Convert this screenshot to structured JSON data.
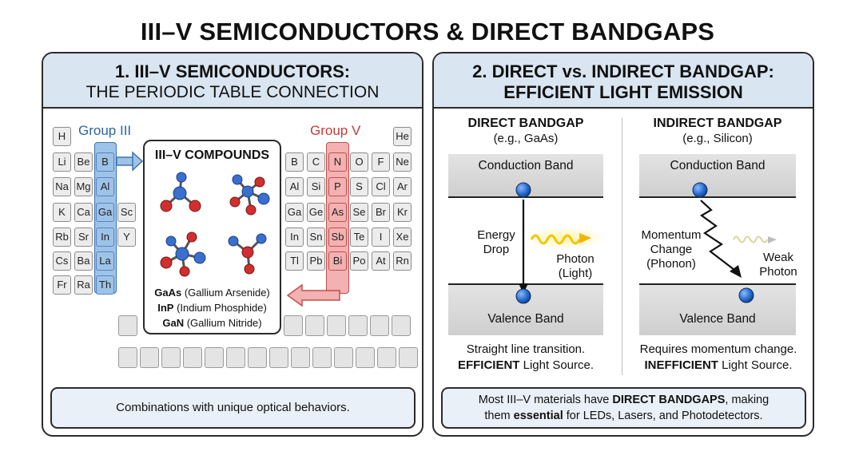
{
  "title": "III–V SEMICONDUCTORS & DIRECT BANDGAPS",
  "panel1": {
    "heading_line1": "1. III–V SEMICONDUCTORS:",
    "heading_line2": "THE PERIODIC TABLE CONNECTION",
    "group3_label": "Group III",
    "group5_label": "Group V",
    "left_cells": [
      [
        "H",
        "",
        ""
      ],
      [
        "Li",
        "Be",
        "B"
      ],
      [
        "Na",
        "Mg",
        "Al"
      ],
      [
        "K",
        "Ca",
        "Ga",
        "Sc"
      ],
      [
        "Rb",
        "Sr",
        "In",
        "Y"
      ],
      [
        "Cs",
        "Ba",
        "La"
      ],
      [
        "Fr",
        "Ra",
        "Th"
      ]
    ],
    "right_cells": [
      [
        "",
        "",
        "",
        "",
        "He"
      ],
      [
        "B",
        "C",
        "N",
        "O",
        "F",
        "Ne"
      ],
      [
        "Al",
        "Si",
        "P",
        "S",
        "Cl",
        "Ar"
      ],
      [
        "Ga",
        "Ge",
        "As",
        "Se",
        "Br",
        "Kr"
      ],
      [
        "In",
        "Sn",
        "Sb",
        "Te",
        "I",
        "Xe"
      ],
      [
        "Tl",
        "Pb",
        "Bi",
        "Po",
        "At",
        "Rn"
      ]
    ],
    "compounds_title": "III–V COMPOUNDS",
    "compounds": [
      {
        "formula": "GaAs",
        "name": "(Gallium Arsenide)"
      },
      {
        "formula": "InP",
        "name": "(Indium Phosphide)"
      },
      {
        "formula": "GaN",
        "name": "(Gallium Nitride)"
      }
    ],
    "note": "Combinations with unique optical behaviors."
  },
  "panel2": {
    "heading_line1": "2. DIRECT vs. INDIRECT BANDGAP:",
    "heading_line2": "EFFICIENT LIGHT EMISSION",
    "direct": {
      "title": "DIRECT BANDGAP",
      "subtitle": "(e.g., GaAs)",
      "conduction": "Conduction Band",
      "valence": "Valence Band",
      "energy_drop_1": "Energy",
      "energy_drop_2": "Drop",
      "photon_1": "Photon",
      "photon_2": "(Light)",
      "caption_1": "Straight line transition.",
      "caption_bold": "EFFICIENT",
      "caption_2": " Light Source."
    },
    "indirect": {
      "title": "INDIRECT BANDGAP",
      "subtitle": "(e.g., Silicon)",
      "conduction": "Conduction Band",
      "valence": "Valence Band",
      "momentum_1": "Momentum",
      "momentum_2": "Change",
      "momentum_3": "(Phonon)",
      "weak_1": "Weak",
      "weak_2": "Photon",
      "caption_1": "Requires momentum change.",
      "caption_bold": "INEFFICIENT",
      "caption_2": " Light Source."
    },
    "note_part1": "Most III–V materials have ",
    "note_bold1": "DIRECT BANDGAPS",
    "note_part2": ", making",
    "note_part3": "them ",
    "note_bold2": "essential",
    "note_part4": " for LEDs, Lasers, and Photodetectors."
  },
  "colors": {
    "group3": "#2d63a8",
    "group5": "#c23b37",
    "header_bg": "#d9e5f0",
    "electron": "#2a6fd0",
    "photon": "#f5c400"
  },
  "icons": [
    "molecule-icon",
    "electron-icon",
    "arrow-icon",
    "photon-wave-icon",
    "phonon-zigzag-icon"
  ]
}
